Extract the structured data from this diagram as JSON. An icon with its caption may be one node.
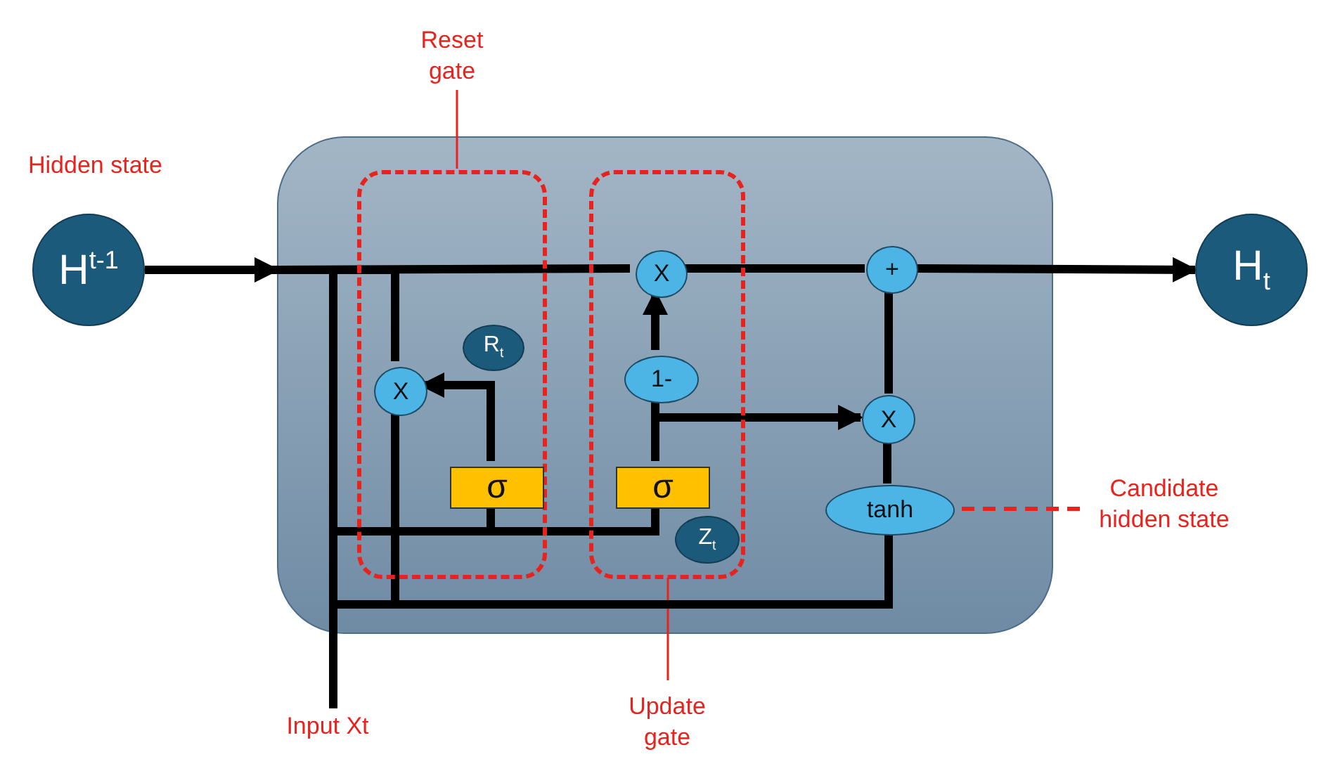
{
  "diagram": {
    "nodes": [
      {
        "text": [],
        "shape": "box"
      },
      {
        "text": [
          "H$^{t-1}$"
        ],
        "beside": [
          "Hidden state"
        ]
      },
      {
        "text": [
          "H$_{t}$"
        ]
      },
      {
        "text": [
          "Reset gate"
        ],
        "in": 0
      },
      {
        "text": [
          "Update gate"
        ],
        "in": 0
      },
      {
        "text": [
          "X"
        ],
        "in": 3
      },
      {
        "text": [
          "R$_{t}$"
        ],
        "in": 3
      },
      {
        "text": [
          "σ"
        ],
        "in": 3
      },
      {
        "text": [
          "X"
        ],
        "in": 4
      },
      {
        "text": [
          "1-"
        ],
        "in": 4
      },
      {
        "text": [
          "σ"
        ],
        "in": 4
      },
      {
        "text": [
          "Z$_{t}$"
        ],
        "in": 4
      },
      {
        "text": [
          "+"
        ],
        "in": 0
      },
      {
        "text": [
          "X"
        ],
        "in": 0
      },
      {
        "text": [
          "tanh"
        ],
        "in": 0
      },
      {
        "text": [
          "Candidate hidden state"
        ]
      },
      {
        "text": [
          "Input Xt"
        ]
      }
    ],
    "edges": [
      {
        "from": 1,
        "to": 0,
        "arrow": "to"
      },
      {
        "from": 0,
        "to": 8,
        "arrow": "none"
      },
      {
        "from": 8,
        "to": 12,
        "arrow": "none"
      },
      {
        "from": 12,
        "to": 2,
        "arrow": "to"
      },
      {
        "from": 0,
        "to": 5,
        "arrow": "none"
      },
      {
        "from": 16,
        "to": 0,
        "arrow": "none"
      },
      {
        "from": 16,
        "to": 7,
        "arrow": "none"
      },
      {
        "from": 16,
        "to": 10,
        "arrow": "none"
      },
      {
        "from": 16,
        "to": 14,
        "arrow": "none"
      },
      {
        "from": 5,
        "to": 14,
        "arrow": "none"
      },
      {
        "from": 7,
        "to": 5,
        "arrow": "to"
      },
      {
        "from": 10,
        "to": 9,
        "arrow": "none"
      },
      {
        "from": 9,
        "to": 8,
        "arrow": "to"
      },
      {
        "from": 10,
        "to": 13,
        "arrow": "to"
      },
      {
        "from": 14,
        "to": 13,
        "arrow": "none"
      },
      {
        "from": 13,
        "to": 12,
        "arrow": "none"
      },
      {
        "from": 15,
        "to": 14,
        "arrow": "none",
        "style": "dashed",
        "color": "#e8231e"
      }
    ]
  }
}
